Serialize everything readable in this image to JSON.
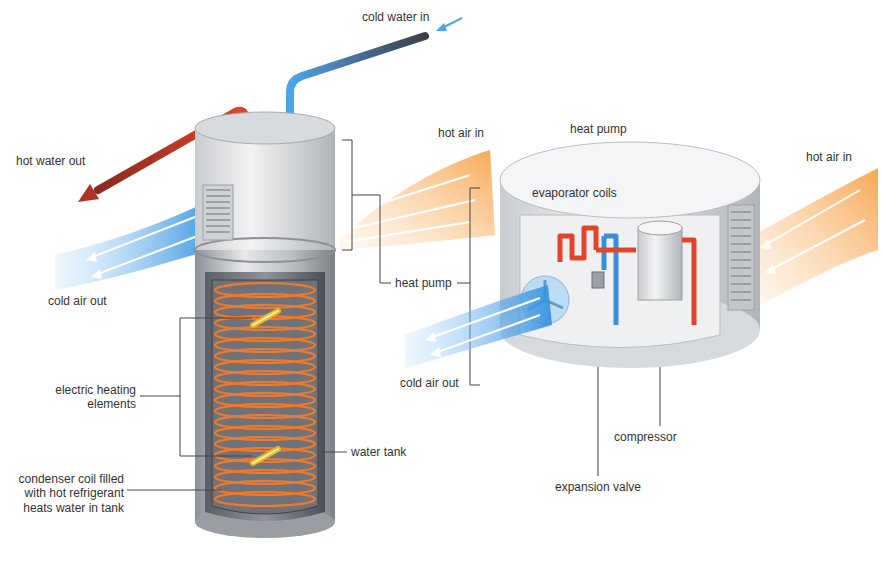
{
  "diagram": {
    "labels": [
      "cold water in",
      "hot air in",
      "heat pump",
      "hot air in",
      "hot water out",
      "evaporator coils",
      "heat pump",
      "cold air out",
      "electric heating elements",
      "cold air out",
      "compressor",
      "water tank",
      "expansion valve",
      "condenser coil filled with hot refrigerant heats water in tank"
    ]
  }
}
